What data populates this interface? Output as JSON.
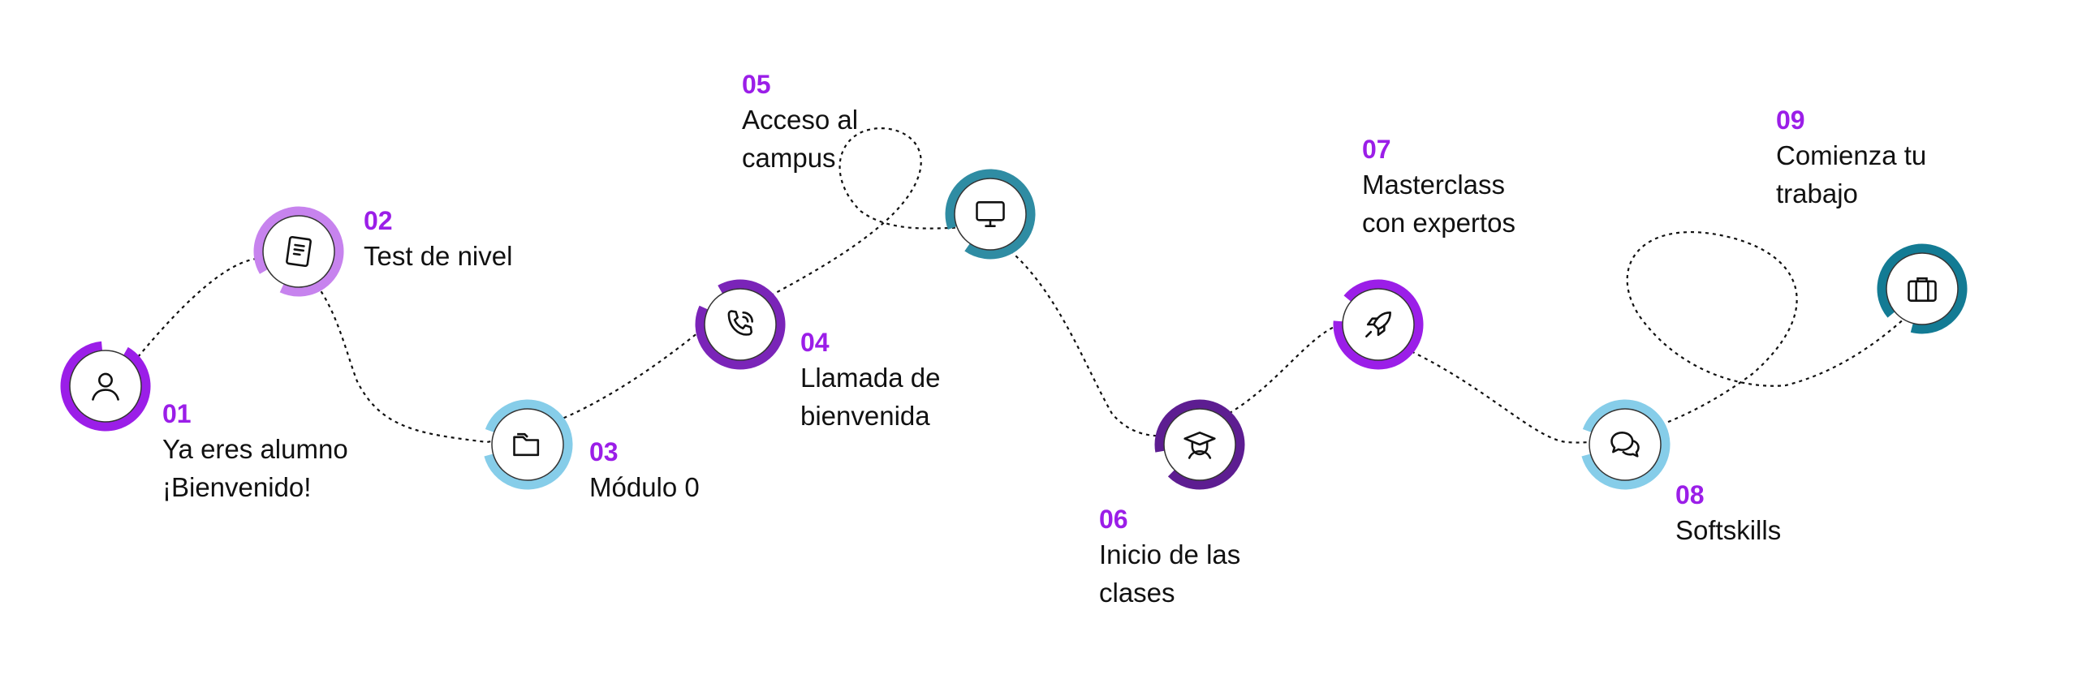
{
  "colors": {
    "purple_bright": "#9b1ee8",
    "lilac": "#c783ee",
    "sky_blue": "#86cde9",
    "violet": "#7a24b8",
    "teal": "#2f8ca3",
    "deep_purple": "#5d1d91",
    "petrol": "#137b94",
    "number_color": "#9b1ee8",
    "text_color": "#111111"
  },
  "steps": [
    {
      "num": "01",
      "lines": [
        "Ya eres alumno",
        "¡Bienvenido!"
      ],
      "icon": "user-icon",
      "ring_color": "#9b1ee8"
    },
    {
      "num": "02",
      "lines": [
        "Test de nivel"
      ],
      "icon": "document-icon",
      "ring_color": "#c783ee"
    },
    {
      "num": "03",
      "lines": [
        "Módulo 0"
      ],
      "icon": "folder-icon",
      "ring_color": "#86cde9"
    },
    {
      "num": "04",
      "lines": [
        "Llamada de",
        "bienvenida"
      ],
      "icon": "phone-icon",
      "ring_color": "#7a24b8"
    },
    {
      "num": "05",
      "lines": [
        "Acceso al",
        "campus"
      ],
      "icon": "monitor-icon",
      "ring_color": "#2f8ca3"
    },
    {
      "num": "06",
      "lines": [
        "Inicio de las",
        "clases"
      ],
      "icon": "graduate-icon",
      "ring_color": "#5d1d91"
    },
    {
      "num": "07",
      "lines": [
        "Masterclass",
        "con expertos"
      ],
      "icon": "rocket-icon",
      "ring_color": "#9b1ee8"
    },
    {
      "num": "08",
      "lines": [
        "Softskills"
      ],
      "icon": "chat-icon",
      "ring_color": "#86cde9"
    },
    {
      "num": "09",
      "lines": [
        "Comienza tu",
        "trabajo"
      ],
      "icon": "briefcase-icon",
      "ring_color": "#137b94"
    }
  ]
}
